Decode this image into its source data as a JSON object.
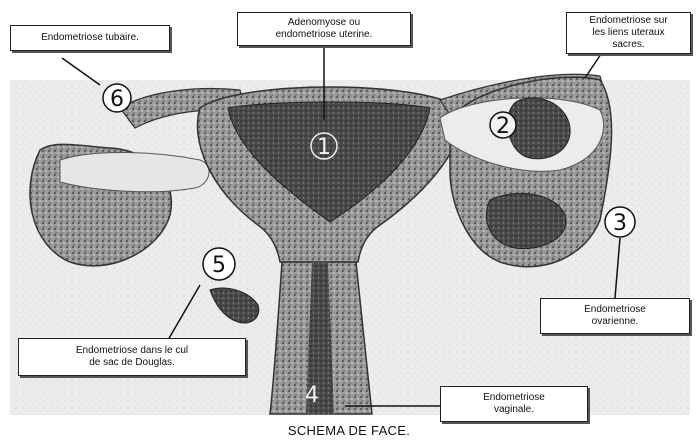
{
  "labels": {
    "tubal": "Endometriose tubaire.",
    "uterine_line1": "Adenomyose ou",
    "uterine_line2": "endometriose uterine.",
    "ligaments_line1": "Endometriose sur",
    "ligaments_line2": "les liens uteraux",
    "ligaments_line3": "sacres.",
    "ovarian_line1": "Endometriose",
    "ovarian_line2": "ovarienne.",
    "douglas_line1": "Endometriose dans le cul",
    "douglas_line2": "de sac de Douglas.",
    "vaginal_line1": "Endometriose",
    "vaginal_line2": "vaginale."
  },
  "markers": {
    "m1": "1",
    "m2": "2",
    "m3": "3",
    "m4": "4",
    "m5": "5",
    "m6": "6"
  },
  "caption": "SCHEMA DE FACE.",
  "colors": {
    "tissue_dark": "#3a3a3a",
    "tissue_mid": "#7a7a7a",
    "tissue_light": "#c9c9c9",
    "background": "#ffffff"
  }
}
